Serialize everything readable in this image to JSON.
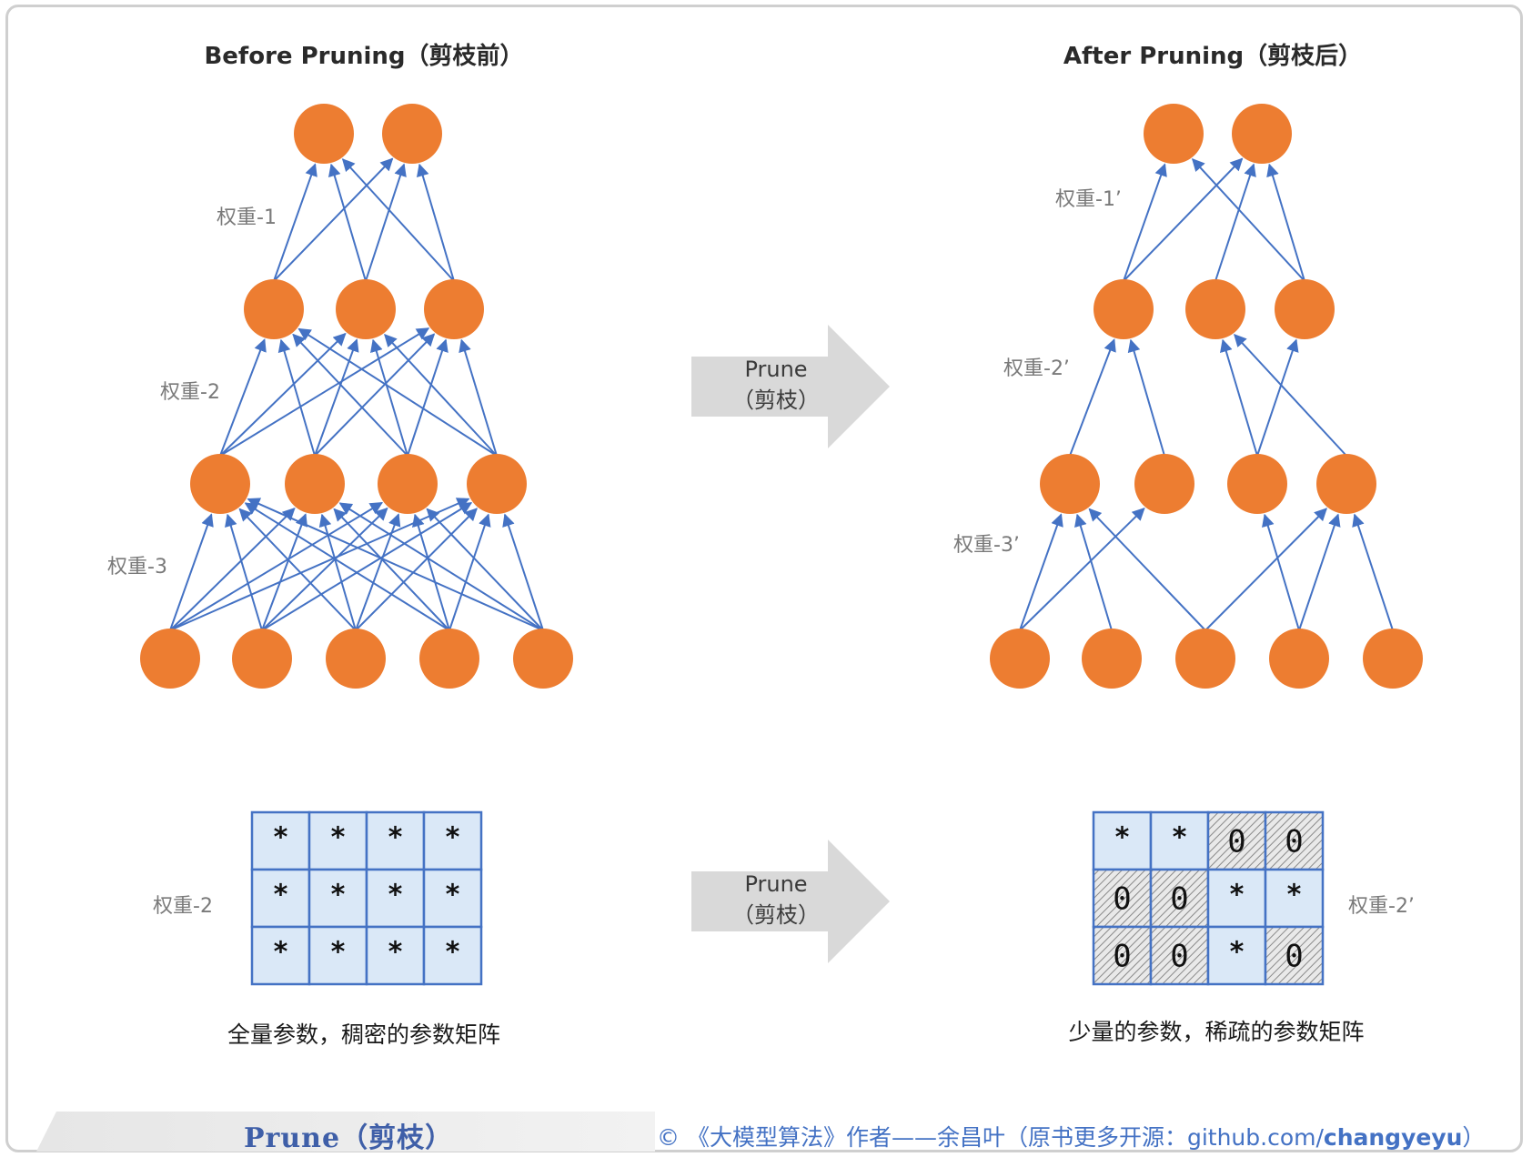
{
  "before": {
    "title": "Before Pruning（剪枝前）",
    "weight_labels": [
      "权重-1",
      "权重-2",
      "权重-3"
    ],
    "layers": [
      2,
      3,
      4,
      5
    ]
  },
  "after": {
    "title": "After Pruning（剪枝后）",
    "weight_labels": [
      "权重-1’",
      "权重-2’",
      "权重-3’"
    ],
    "layers": [
      2,
      3,
      4,
      5
    ],
    "kept_connections": {
      "w1": [
        [
          0,
          0
        ],
        [
          2,
          0
        ],
        [
          0,
          1
        ],
        [
          1,
          1
        ],
        [
          2,
          1
        ]
      ],
      "w2": [
        [
          0,
          0
        ],
        [
          1,
          0
        ],
        [
          2,
          1
        ],
        [
          3,
          1
        ],
        [
          2,
          2
        ]
      ],
      "w3": [
        [
          0,
          0
        ],
        [
          1,
          0
        ],
        [
          2,
          0
        ],
        [
          0,
          1
        ],
        [
          3,
          2
        ],
        [
          2,
          3
        ],
        [
          4,
          3
        ],
        [
          3,
          3
        ]
      ]
    }
  },
  "arrows": [
    {
      "line1": "Prune",
      "line2": "（剪枝）"
    },
    {
      "line1": "Prune",
      "line2": "（剪枝）"
    }
  ],
  "dense_matrix": {
    "label": "权重-2",
    "caption": "全量参数，稠密的参数矩阵",
    "cells": [
      [
        "*",
        "*",
        "*",
        "*"
      ],
      [
        "*",
        "*",
        "*",
        "*"
      ],
      [
        "*",
        "*",
        "*",
        "*"
      ]
    ]
  },
  "sparse_matrix": {
    "label": "权重-2’",
    "caption": "少量的参数，稀疏的参数矩阵",
    "cells": [
      [
        "*",
        "*",
        "0",
        "0"
      ],
      [
        "0",
        "0",
        "*",
        "*"
      ],
      [
        "0",
        "0",
        "*",
        "0"
      ]
    ]
  },
  "footer": {
    "left": "Prune（剪枝）",
    "right_prefix": "© 《大模型算法》作者——余昌叶（原书更多开源：github.com/",
    "right_bold": "changyeyu",
    "right_suffix": "）"
  },
  "colors": {
    "node": "#ed7d31",
    "edge": "#4472c4",
    "cell_fill": "#dae8f7",
    "cell_border": "#4472c4",
    "arrow": "#d9d9d9"
  }
}
